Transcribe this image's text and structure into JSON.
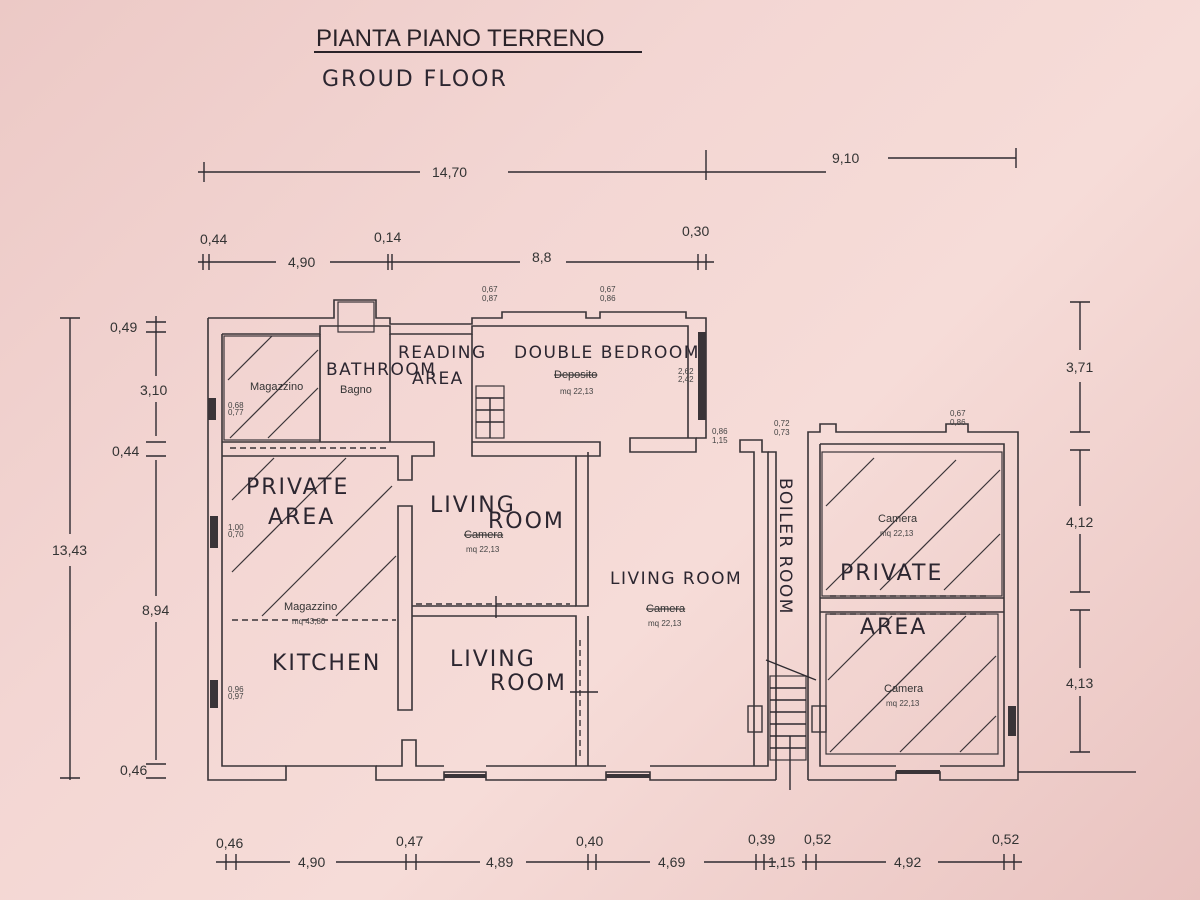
{
  "title": "PIANTA PIANO TERRENO",
  "subtitle": "GROUD FLOOR",
  "dims": {
    "top_total_a": "14,70",
    "top_total_b": "9,10",
    "top_wall_1": "0,44",
    "top_wall_2": "0,14",
    "top_wall_3": "0,30",
    "top_span_1": "4,90",
    "top_span_2": "8,8",
    "left_total": "13,43",
    "left_1": "0,49",
    "left_2": "3,10",
    "left_3": "0,44",
    "left_4": "8,94",
    "left_5": "0,46",
    "right_1": "3,71",
    "right_2": "4,12",
    "right_3": "4,13",
    "bottom_wall_1": "0,46",
    "bottom_wall_2": "0,47",
    "bottom_wall_3": "0,40",
    "bottom_wall_4": "0,39",
    "bottom_wall_5": "0,52",
    "bottom_wall_6": "0,52",
    "bottom_span_1": "4,90",
    "bottom_span_2": "4,89",
    "bottom_span_3": "4,69",
    "bottom_span_4": "1,15",
    "bottom_span_5": "4,92"
  },
  "window_marks": {
    "w1": "0,67",
    "w1b": "0,87",
    "w2": "0,67",
    "w2b": "0,86",
    "w3": "0,86",
    "w3b": "1,15",
    "w4": "0,72",
    "w4b": "0,73",
    "w5": "0,67",
    "w5b": "0,86",
    "w6": "0,68",
    "w6b": "0,77",
    "w7": "1,00",
    "w7b": "0,70",
    "w8": "0,96",
    "w8b": "0,97",
    "w9": "2,62",
    "w9b": "2,42"
  },
  "rooms": {
    "magazzino_top": "Magazzino",
    "bathroom_hand": "BATHROOM",
    "bagno": "Bagno",
    "reading_1": "READING",
    "reading_2": "AREA",
    "double_bedroom": "DOUBLE BEDROOM",
    "deposito": "Deposito",
    "deposito_mq": "mq 22,13",
    "private_area_1": "PRIVATE",
    "private_area_2": "AREA",
    "living1_1": "LIVING",
    "living1_2": "ROOM",
    "camera1": "Camera",
    "camera1_mq": "mq 22,13",
    "magazzino_mid": "Magazzino",
    "magazzino_mid_mq": "mq 43,80",
    "kitchen": "KITCHEN",
    "living2_1": "LIVING",
    "living2_2": "ROOM",
    "living3": "LIVING ROOM",
    "camera3": "Camera",
    "camera3_mq": "mq 22,13",
    "boiler_room": "BOILER ROOM",
    "camera_right_top": "Camera",
    "camera_right_top_mq": "mq 22,13",
    "private_right_1": "PRIVATE",
    "private_right_2": "AREA",
    "camera_right_bot": "Camera",
    "camera_right_bot_mq": "mq 22,13"
  }
}
